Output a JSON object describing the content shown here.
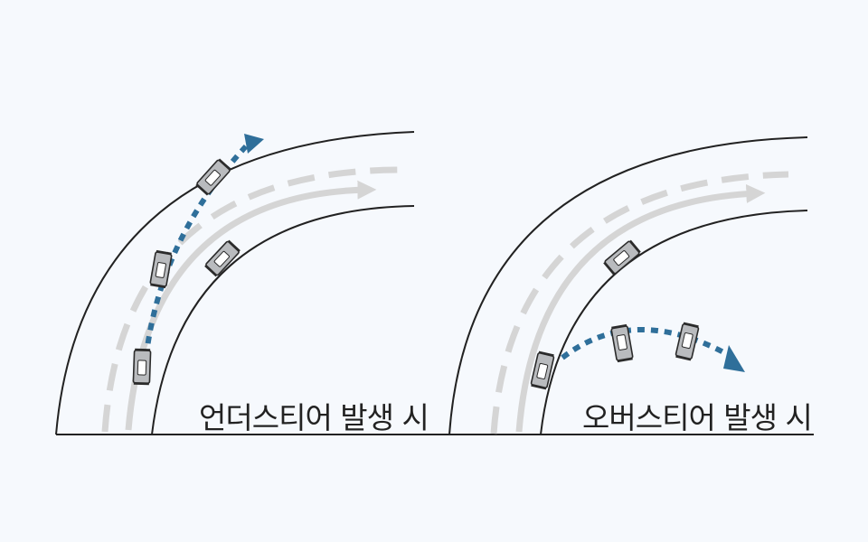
{
  "panels": [
    {
      "id": "understeer",
      "caption": "언더스티어 발생 시"
    },
    {
      "id": "oversteer",
      "caption": "오버스티어 발생 시"
    }
  ],
  "colors": {
    "background": "#f6f9fd",
    "road_edge": "#222222",
    "lane_marking": "#d5d5d5",
    "car_body": "#b9bbbe",
    "car_outline": "#2b2b2b",
    "trajectory": "#2f6f9a"
  },
  "icons": [
    "car-icon",
    "trajectory-arrow-icon",
    "direction-arrow-icon"
  ]
}
